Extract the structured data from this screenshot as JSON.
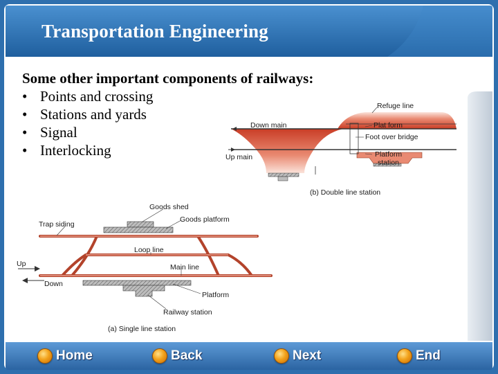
{
  "slide": {
    "title": "Transportation Engineering",
    "heading": "Some other important components of railways:",
    "bullet_char": "•",
    "bullets": [
      "Points and crossing",
      "Stations and yards",
      "Signal",
      "Interlocking"
    ]
  },
  "figure_double": {
    "labels": {
      "refuge_line": "Refuge line",
      "down_main": "Down main",
      "plat_form": "Plat form",
      "foot_over_bridge": "Foot over bridge",
      "up_main": "Up main",
      "platform": "Platform",
      "station": "station",
      "caption": "(b) Double line station"
    }
  },
  "figure_single": {
    "labels": {
      "goods_shed": "Goods shed",
      "trap_siding": "Trap siding",
      "goods_platform": "Goods platform",
      "loop_line": "Loop line",
      "up": "Up",
      "main_line": "Main line",
      "down": "Down",
      "platform": "Platform",
      "railway_station": "Railway station",
      "caption": "(a) Single line station"
    }
  },
  "nav": {
    "home": "Home",
    "back": "Back",
    "next": "Next",
    "end": "End"
  },
  "colors": {
    "frame_blue": "#2f79b9",
    "title_blue": "#2a6fb0",
    "track_red": "#d9553a",
    "platform_gray": "#8e8e8e"
  }
}
